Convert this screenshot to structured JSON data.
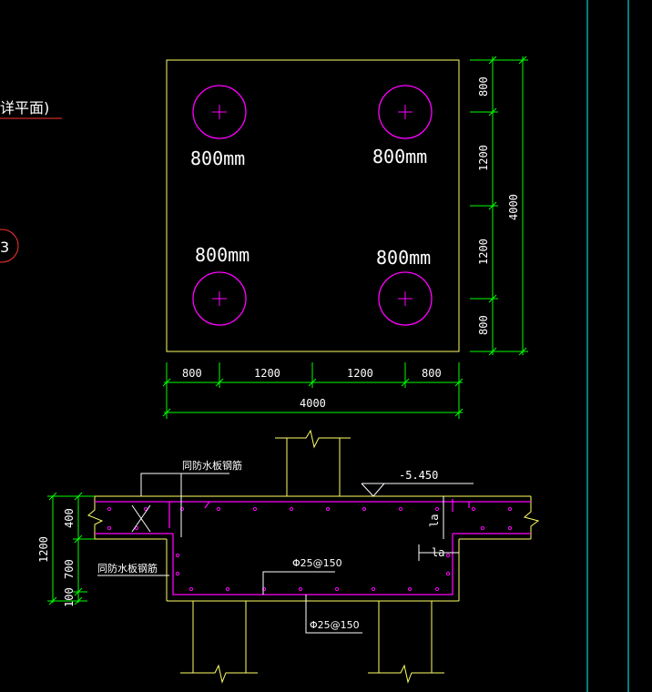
{
  "partial_title": "详平面)",
  "partial_marker": "3",
  "plan": {
    "pile_label": "800mm",
    "dims_horizontal": [
      "800",
      "1200",
      "1200",
      "800"
    ],
    "dims_vertical": [
      "800",
      "1200",
      "1200",
      "800"
    ],
    "overall_horizontal": "4000",
    "overall_vertical": "4000"
  },
  "section": {
    "elevation": "-5.450",
    "rebar_note_top": "同防水板钢筋",
    "rebar_note_left": "同防水板钢筋",
    "rebar_inner": "Φ25@150",
    "rebar_bottom": "Φ25@150",
    "anchor_1": "la",
    "anchor_2": "la",
    "depth_dims": [
      "400",
      "700",
      "100"
    ],
    "depth_total": "1200"
  },
  "colors": {
    "outline": "#ffff66",
    "dimension": "#00ff00",
    "rebar": "#ff00ff",
    "text": "#ffffff",
    "grid": "#00ffff",
    "marker": "#ff3333"
  }
}
